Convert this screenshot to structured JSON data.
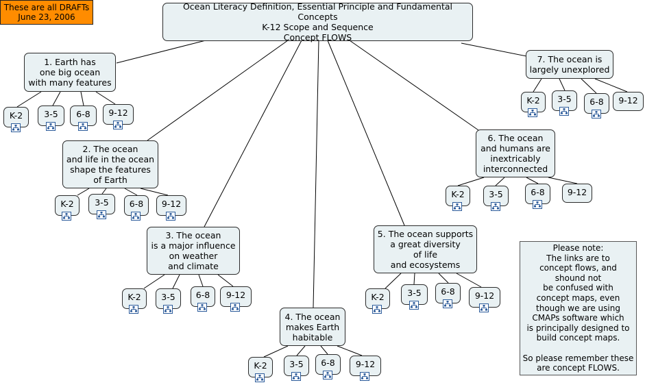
{
  "draft_label": "These are all DRAFTs\nJune 23, 2006",
  "root": "Ocean Literacy Definition, Essential Principle and Fundamental Concepts\nK-12 Scope and Sequence\nConcept FLOWS",
  "principles": [
    {
      "label": "1. Earth has\none big ocean\nwith many features",
      "grades": [
        "K-2",
        "3-5",
        "6-8",
        "9-12"
      ]
    },
    {
      "label": "2. The ocean\nand life in the ocean\nshape the features\nof Earth",
      "grades": [
        "K-2",
        "3-5",
        "6-8",
        "9-12"
      ]
    },
    {
      "label": "3. The ocean\nis a major influence\non weather\nand climate",
      "grades": [
        "K-2",
        "3-5",
        "6-8",
        "9-12"
      ]
    },
    {
      "label": "4. The ocean\nmakes Earth\nhabitable",
      "grades": [
        "K-2",
        "3-5",
        "6-8",
        "9-12"
      ]
    },
    {
      "label": "5. The ocean supports\na great diversity\nof life\nand ecosystems",
      "grades": [
        "K-2",
        "3-5",
        "6-8",
        "9-12"
      ]
    },
    {
      "label": "6. The ocean\nand humans are\ninextricably\ninterconnected",
      "grades": [
        "K-2",
        "3-5",
        "6-8",
        "9-12"
      ]
    },
    {
      "label": "7.  The ocean is\nlargely unexplored",
      "grades": [
        "K-2",
        "3-5",
        "6-8",
        "9-12"
      ]
    }
  ],
  "note": "Please note:\nThe links are to\nconcept flows, and\nshound not\nbe confused with\nconcept maps, even\nthough we are using\nCMAPs software which\nis principally designed to\nbuild concept maps.\n\nSo please remember these\nare concept FLOWS."
}
